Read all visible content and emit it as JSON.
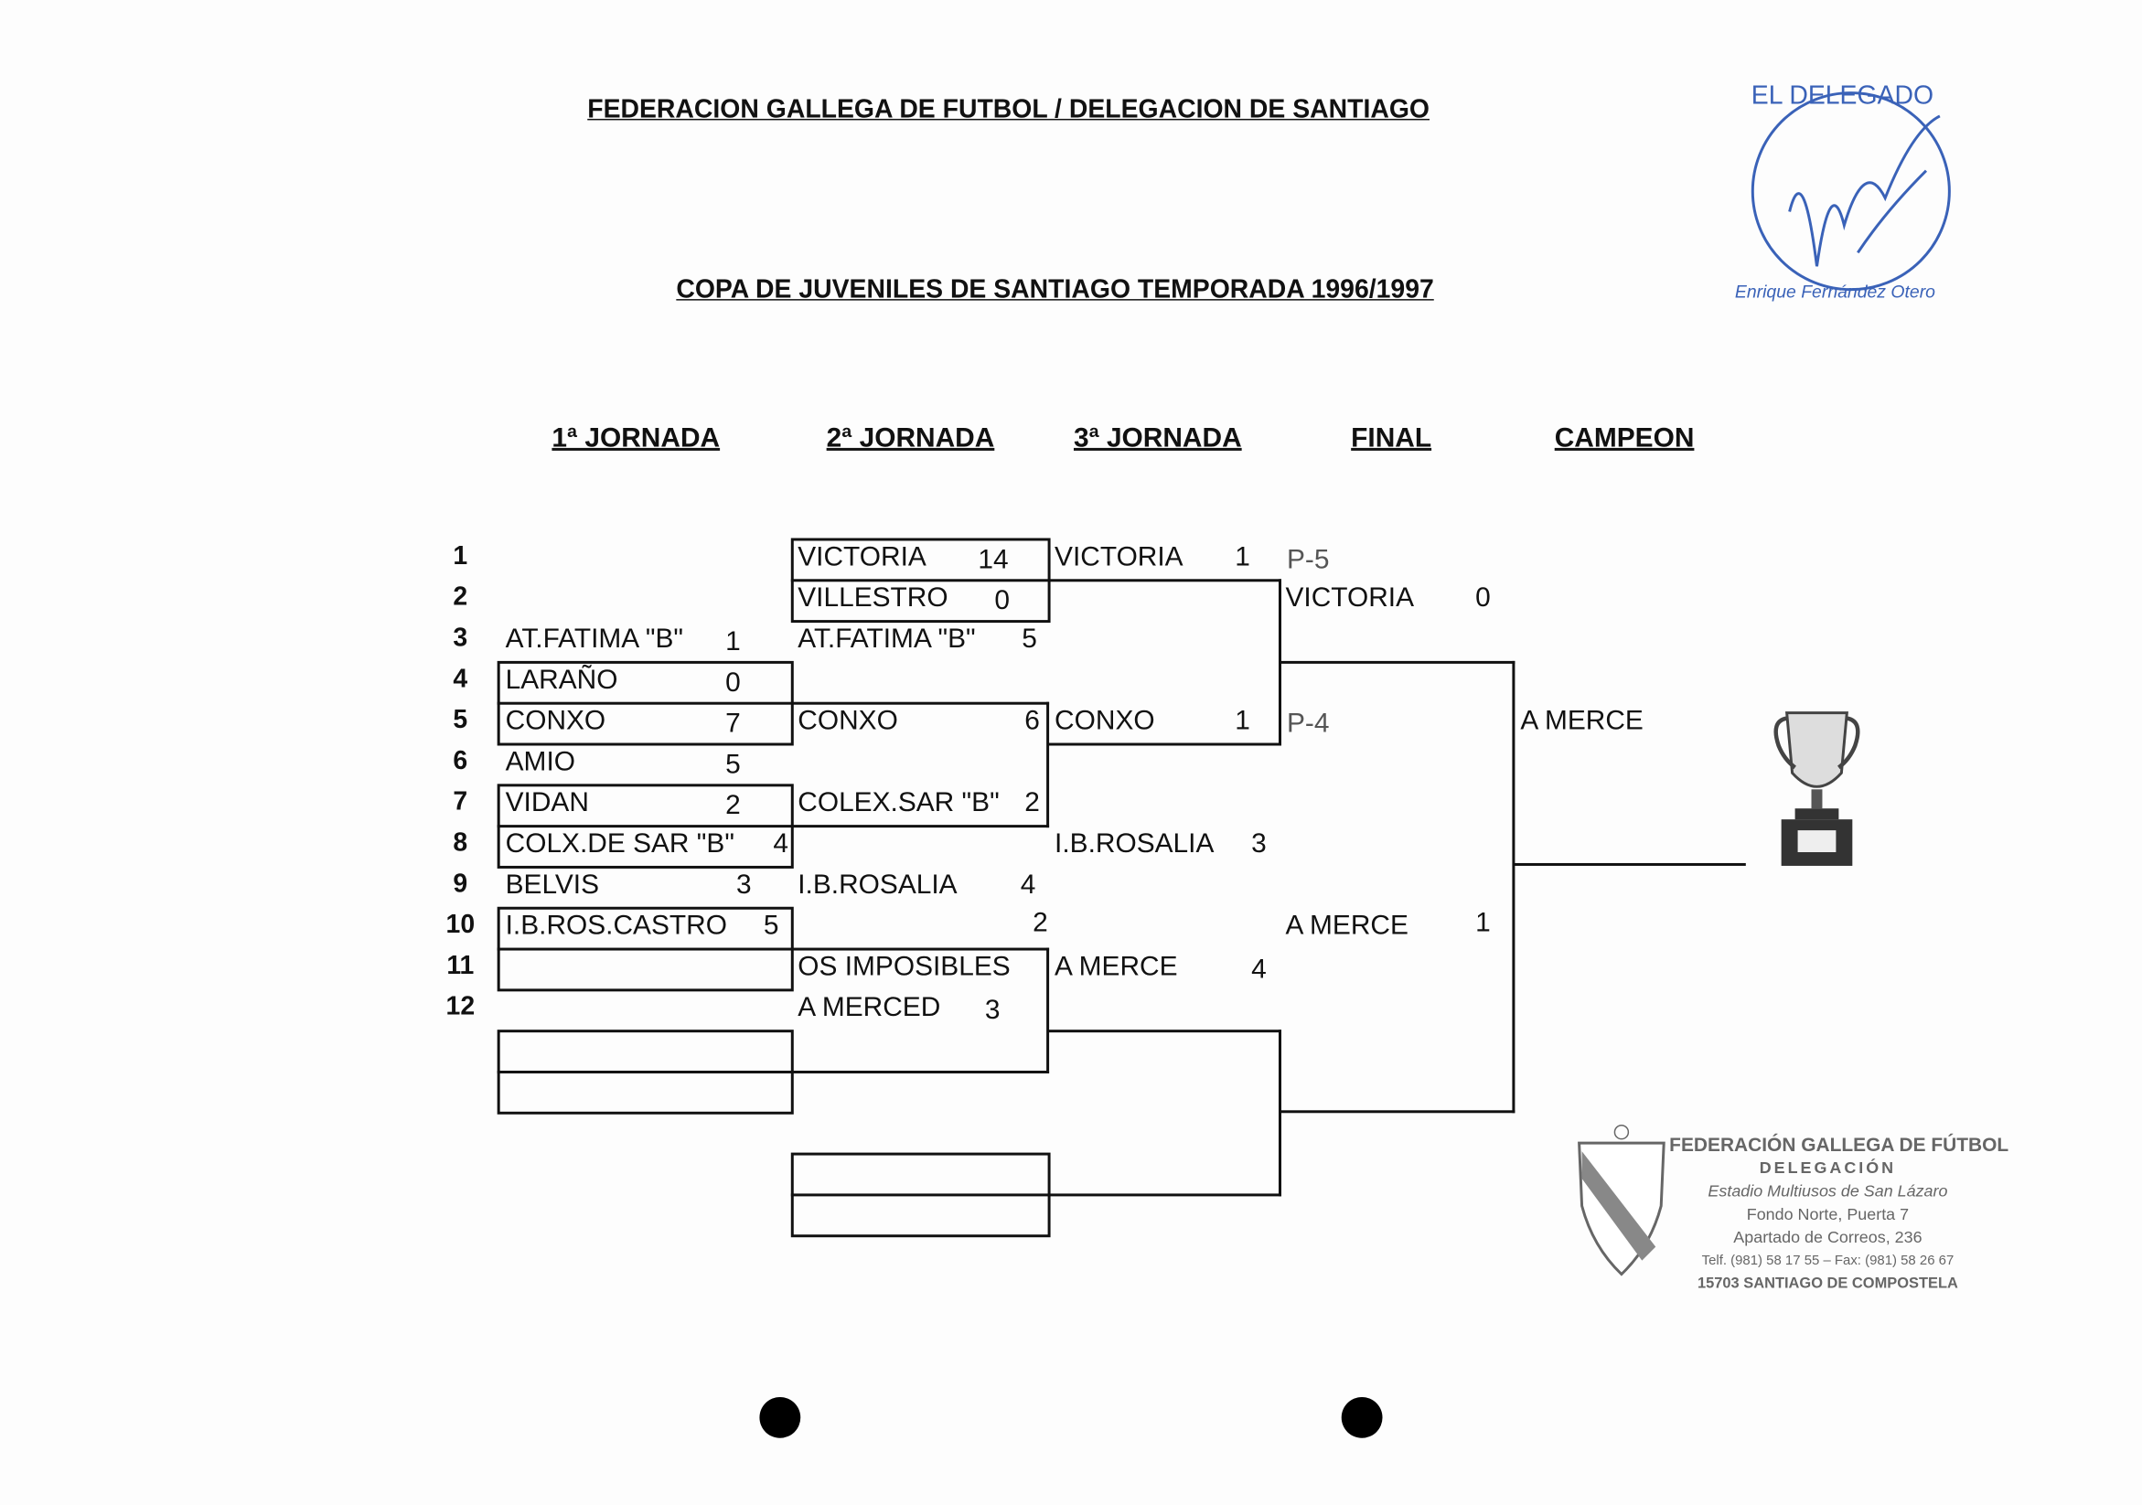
{
  "header": {
    "title": "FEDERACION GALLEGA DE FUTBOL / DELEGACION DE SANTIAGO",
    "subtitle": "COPA DE JUVENILES DE SANTIAGO TEMPORADA 1996/1997"
  },
  "columns": [
    "1ª JORNADA",
    "2ª JORNADA",
    "3ª JORNADA",
    "FINAL",
    "CAMPEON"
  ],
  "rows": [
    "1",
    "2",
    "3",
    "4",
    "5",
    "6",
    "7",
    "8",
    "9",
    "10",
    "11",
    "12"
  ],
  "round1": [
    {
      "team": "AT.FATIMA \"B\"",
      "score": "1"
    },
    {
      "team": "LARAÑO",
      "score": "0"
    },
    {
      "team": "CONXO",
      "score": "7"
    },
    {
      "team": "AMIO",
      "score": "5"
    },
    {
      "team": "VIDAN",
      "score": "2"
    },
    {
      "team": "COLX.DE SAR \"B\"",
      "score": "4"
    },
    {
      "team": "BELVIS",
      "score": "3"
    },
    {
      "team": "I.B.ROS.CASTRO",
      "score": "5"
    }
  ],
  "round2": [
    {
      "team": "VICTORIA",
      "score": "14"
    },
    {
      "team": "VILLESTRO",
      "score": "0"
    },
    {
      "team": "AT.FATIMA \"B\"",
      "score": "5"
    },
    {
      "team": "CONXO",
      "score": "6"
    },
    {
      "team": "COLEX.SAR \"B\"",
      "score": "2"
    },
    {
      "team": "I.B.ROSALIA",
      "score": "4"
    },
    {
      "team": "OS IMPOSIBLES",
      "score": "2"
    },
    {
      "team": "A MERCED",
      "score": "3"
    }
  ],
  "round3": [
    {
      "team": "VICTORIA",
      "score": "1",
      "note": "P-5"
    },
    {
      "team": "CONXO",
      "score": "1",
      "note": "P-4"
    },
    {
      "team": "I.B.ROSALIA",
      "score": "3"
    },
    {
      "team": "A MERCE",
      "score": "4"
    }
  ],
  "final": [
    {
      "team": "VICTORIA",
      "score": "0"
    },
    {
      "team": "A MERCE",
      "score": "1"
    }
  ],
  "champion": "A MERCE",
  "signature_stamp": {
    "title": "EL DELEGADO",
    "name": "Enrique Fernández Otero"
  },
  "federation_stamp": {
    "line1": "FEDERACIÓN GALLEGA DE FÚTBOL",
    "line2": "DELEGACIÓN",
    "line3": "Estadio Multiusos de San Lázaro",
    "line4": "Fondo Norte, Puerta 7",
    "line5": "Apartado de Correos, 236",
    "line6": "Telf. (981) 58 17 55 – Fax: (981) 58 26 67",
    "line7": "15703 SANTIAGO DE COMPOSTELA"
  }
}
